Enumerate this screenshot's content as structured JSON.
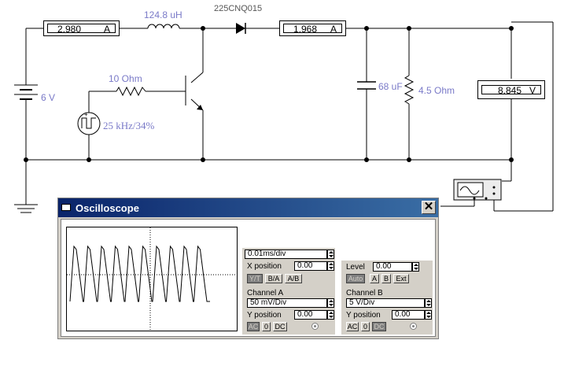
{
  "circuit": {
    "inductor_label": "124.8 uH",
    "diode_label": "225CNQ015",
    "resistor_label": "10 Ohm",
    "battery_label": "6 V",
    "source_label": "25 kHz/34%",
    "capacitor_label": "68 uF",
    "load_label": "4.5 Ohm"
  },
  "meters": {
    "ammeter1": {
      "value": "2.980",
      "unit": "A"
    },
    "ammeter2": {
      "value": "1.968",
      "unit": "A"
    },
    "voltmeter": {
      "value": "8.845",
      "unit": "V"
    }
  },
  "oscilloscope": {
    "title": "Oscilloscope",
    "close_symbol": "✕",
    "timebase": "0.01ms/div",
    "x_position_label": "X position",
    "x_position": "0.00",
    "mode_buttons": [
      "Y/T",
      "B/A",
      "A/B"
    ],
    "level_label": "Level",
    "level": "0.00",
    "trigger_buttons": [
      "Auto",
      "A",
      "B",
      "Ext"
    ],
    "channel_a": {
      "label": "Channel A",
      "scale": "50 mV/Div",
      "y_position_label": "Y position",
      "y_position": "0.00",
      "coupling": [
        "AC",
        "0",
        "DC"
      ]
    },
    "channel_b": {
      "label": "Channel B",
      "scale": "5  V/Div",
      "y_position_label": "Y position",
      "y_position": "0.00",
      "coupling": [
        "AC",
        "0",
        "DC"
      ]
    }
  },
  "colors": {
    "label": "#7a7ac8",
    "title_bar": "#0a246a",
    "window": "#d4d0c8"
  }
}
